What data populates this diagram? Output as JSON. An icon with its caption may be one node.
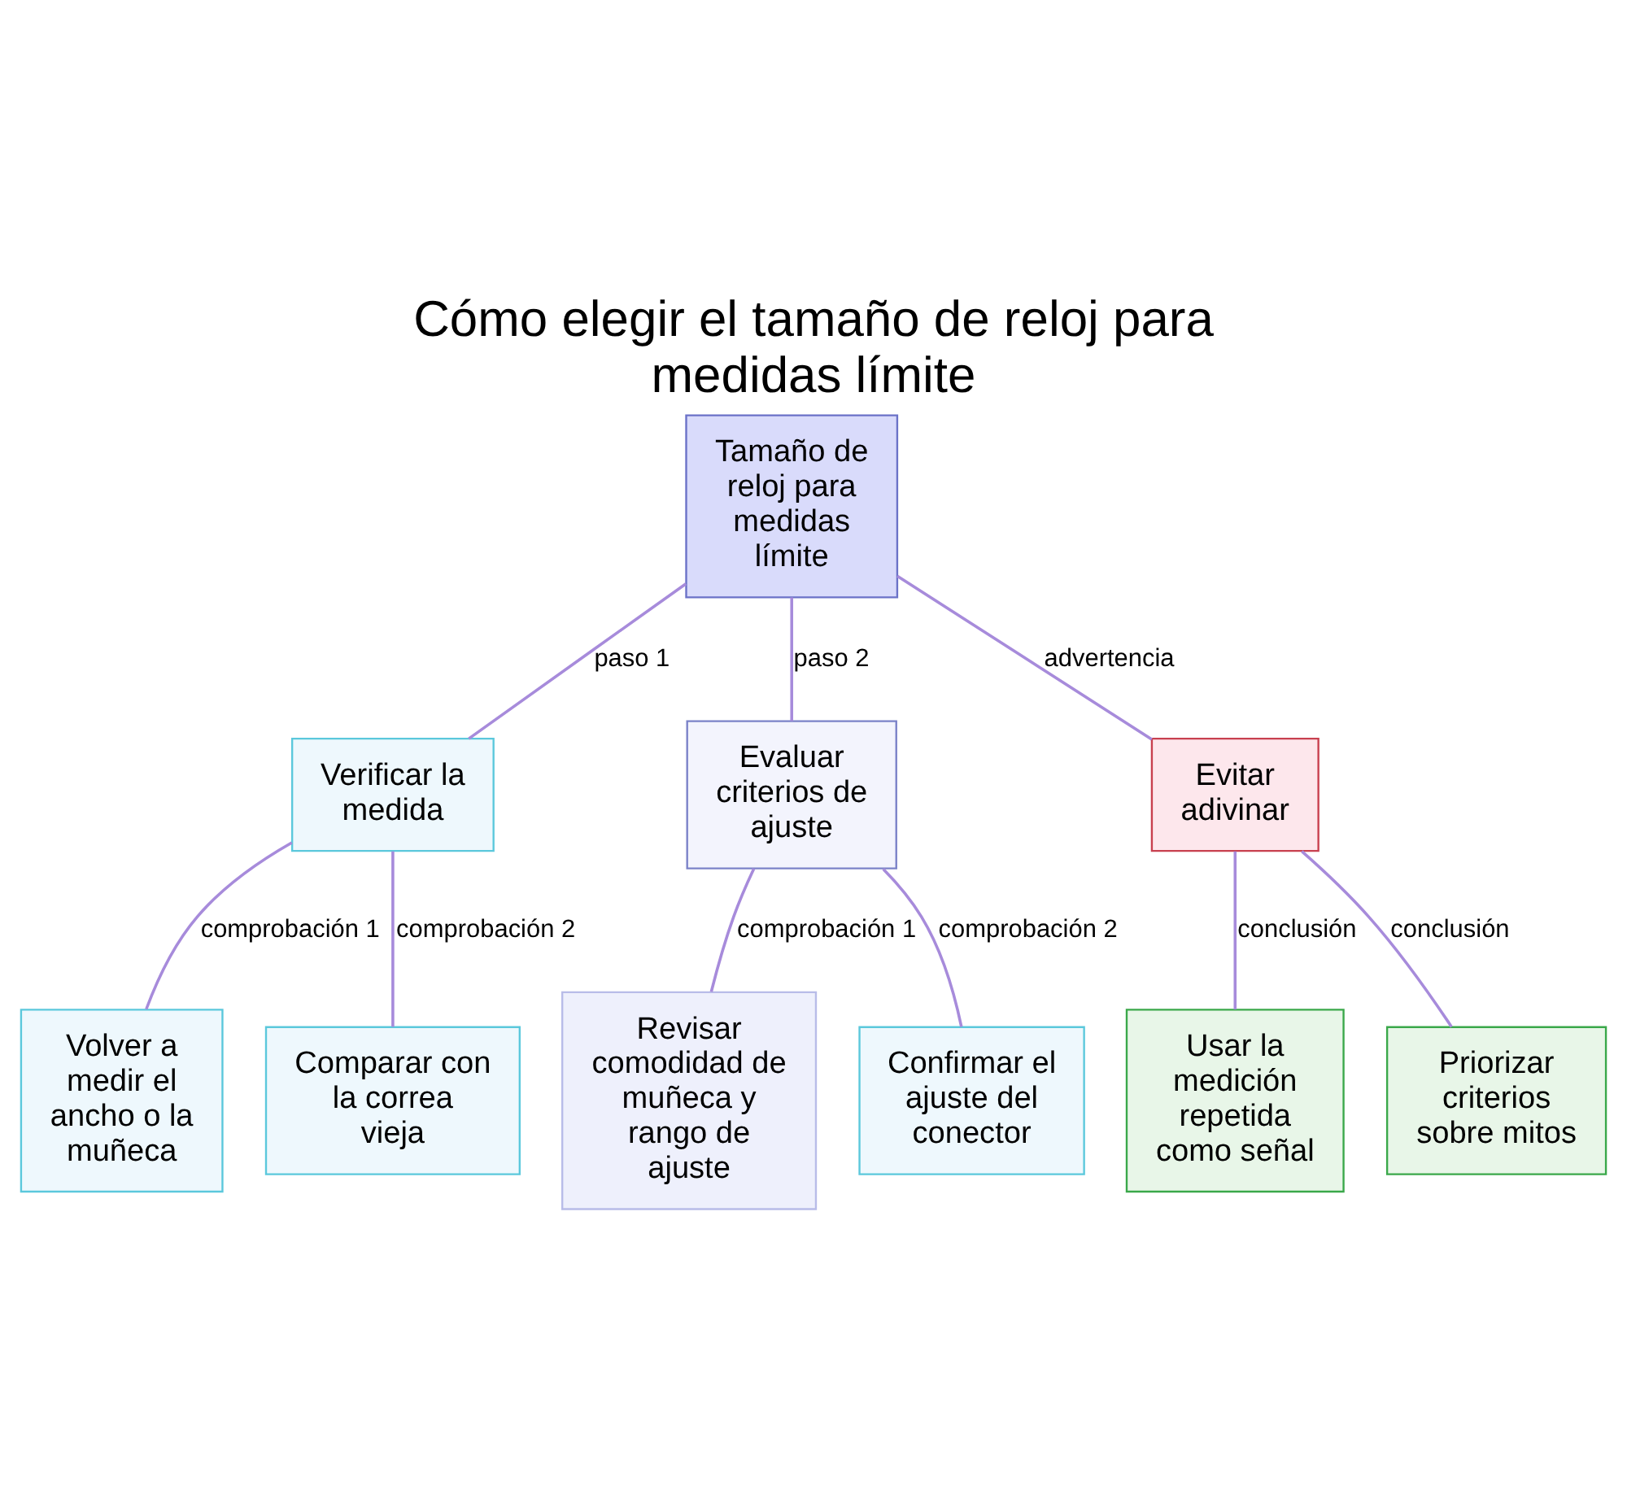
{
  "diagram": {
    "title": "Cómo elegir el tamaño de reloj para medidas límite",
    "nodes": [
      {
        "text": [
          "Tamaño de reloj para medidas límite"
        ]
      },
      {
        "text": [
          "Verificar la medida"
        ]
      },
      {
        "text": [
          "Evaluar criterios de ajuste"
        ]
      },
      {
        "text": [
          "Evitar adivinar"
        ]
      },
      {
        "text": [
          "Volver a medir el ancho o la muñeca"
        ]
      },
      {
        "text": [
          "Comparar con la correa vieja"
        ]
      },
      {
        "text": [
          "Revisar comodidad de muñeca y rango de ajuste"
        ]
      },
      {
        "text": [
          "Confirmar el ajuste del conector"
        ]
      },
      {
        "text": [
          "Usar la medición repetida como señal"
        ]
      },
      {
        "text": [
          "Priorizar criterios sobre mitos"
        ]
      }
    ],
    "edges": [
      {
        "from": 0,
        "to": 1,
        "arrow": "none",
        "label": "paso 1"
      },
      {
        "from": 0,
        "to": 2,
        "arrow": "none",
        "label": "paso 2"
      },
      {
        "from": 0,
        "to": 3,
        "arrow": "none",
        "label": "advertencia"
      },
      {
        "from": 1,
        "to": 4,
        "arrow": "none",
        "label": "comprobación 1"
      },
      {
        "from": 1,
        "to": 5,
        "arrow": "none",
        "label": "comprobación 2"
      },
      {
        "from": 2,
        "to": 6,
        "arrow": "none",
        "label": "comprobación 1"
      },
      {
        "from": 2,
        "to": 7,
        "arrow": "none",
        "label": "comprobación 2"
      },
      {
        "from": 3,
        "to": 8,
        "arrow": "none",
        "label": "conclusión"
      },
      {
        "from": 3,
        "to": 9,
        "arrow": "none",
        "label": "conclusión"
      }
    ]
  }
}
